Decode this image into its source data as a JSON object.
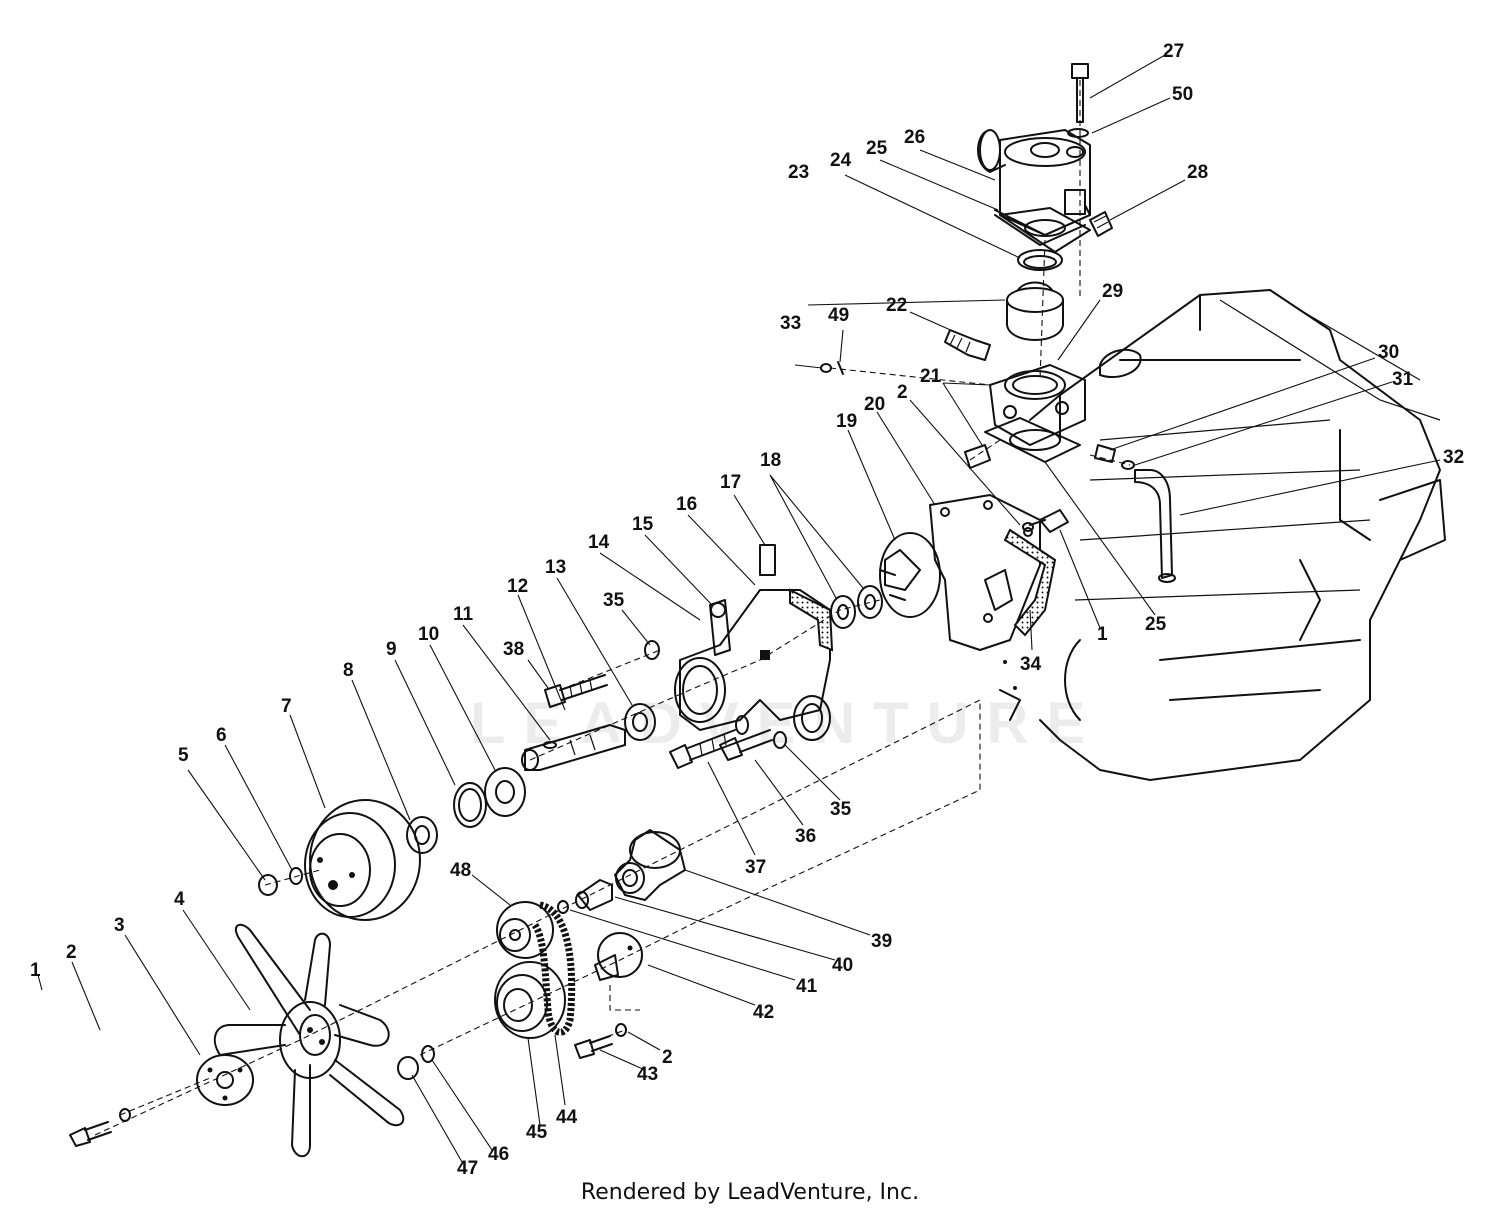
{
  "diagram": {
    "credit": "Rendered by LeadVenture, Inc.",
    "watermark": "LEADVENTURE",
    "part_labels": [
      "1",
      "2",
      "3",
      "4",
      "5",
      "6",
      "7",
      "8",
      "9",
      "10",
      "11",
      "12",
      "13",
      "14",
      "15",
      "16",
      "17",
      "18",
      "19",
      "20",
      "21",
      "22",
      "23",
      "24",
      "25",
      "26",
      "27",
      "28",
      "29",
      "30",
      "31",
      "32",
      "33",
      "34",
      "35",
      "36",
      "37",
      "38",
      "39",
      "40",
      "41",
      "42",
      "43",
      "44",
      "45",
      "46",
      "47",
      "48",
      "49",
      "50",
      "2",
      "2",
      "2",
      "1",
      "25",
      "35"
    ]
  }
}
